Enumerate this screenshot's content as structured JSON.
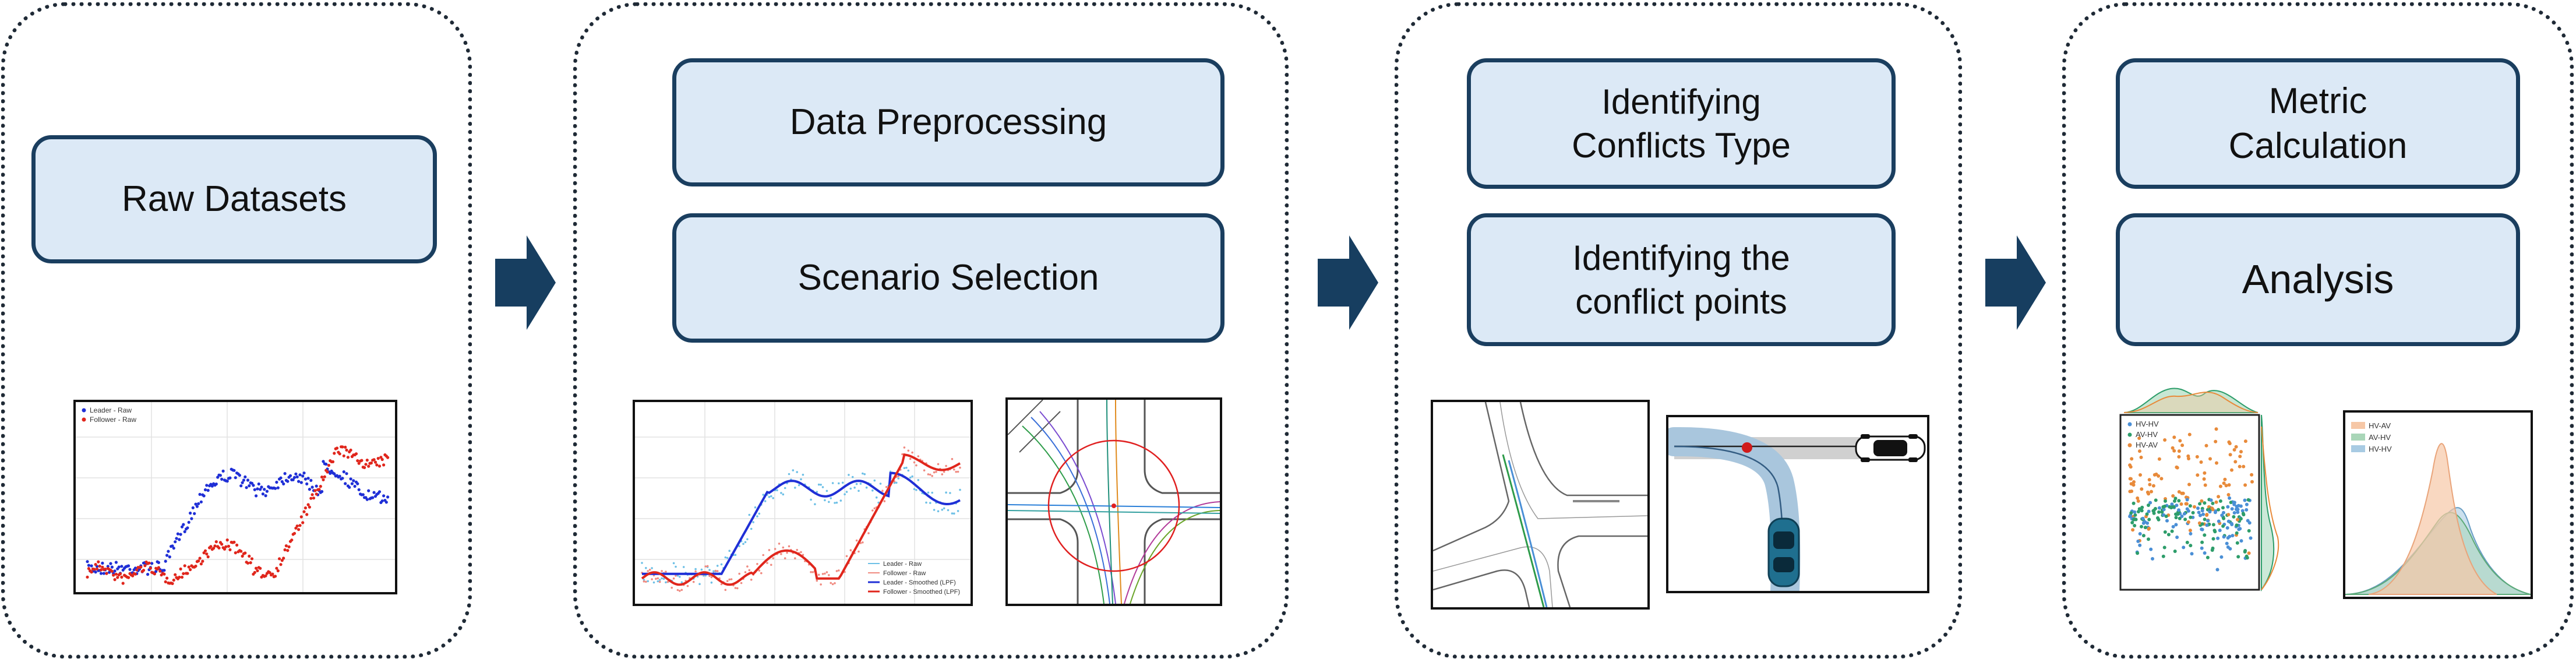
{
  "colors": {
    "box_fill": "#dce9f6",
    "box_border": "#1a3e5f",
    "arrow": "#173e60",
    "leader": "#1f2fd6",
    "follower": "#e0261c"
  },
  "stage1": {
    "title": "Raw Datasets",
    "chart_legend": {
      "leader": "Leader - Raw",
      "follower": "Follower - Raw"
    }
  },
  "stage2": {
    "step1": "Data Preprocessing",
    "step2": "Scenario Selection",
    "chart_legend": {
      "leader_raw": "Leader - Raw",
      "follower_raw": "Follower - Raw",
      "leader_smooth": "Leader - Smoothed (LPF)",
      "follower_smooth": "Follower - Smoothed (LPF)"
    }
  },
  "stage3": {
    "step1_line1": "Identifying",
    "step1_line2": "Conflicts Type",
    "step2_line1": "Identifying the",
    "step2_line2": "conflict points"
  },
  "stage4": {
    "step1_line1": "Metric",
    "step1_line2": "Calculation",
    "step2": "Analysis",
    "scatter_legend": [
      "HV-HV",
      "AV-HV",
      "HV-AV"
    ],
    "density_legend": [
      "HV-AV",
      "AV-HV",
      "HV-HV"
    ]
  },
  "icons": [
    "arrow-right-icon",
    "car-icon"
  ]
}
